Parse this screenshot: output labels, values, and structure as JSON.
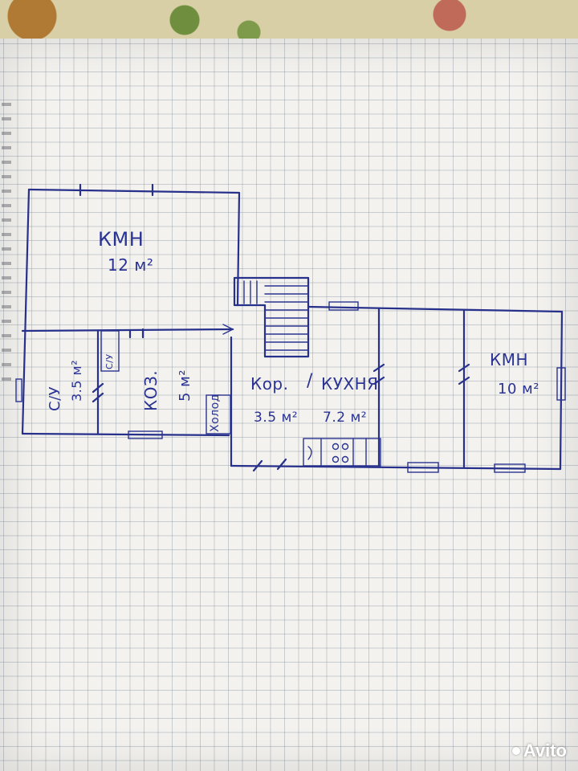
{
  "plan": {
    "rooms": {
      "living_left": {
        "name": "КМН",
        "area": "12 м²"
      },
      "bathroom": {
        "name": "С/У",
        "area": "3.5 м²"
      },
      "pantry": {
        "name": "КОЗ.",
        "area": "5 м²"
      },
      "corridor": {
        "name": "Кор.",
        "area": "3.5 м²"
      },
      "kitchen": {
        "name": "КУХНЯ",
        "area": "7.2 м²"
      },
      "living_right": {
        "name": "КМН",
        "area": "10 м²"
      }
    },
    "fixtures": {
      "fridge": "Холод",
      "shower": "С/У",
      "divider": "/"
    }
  },
  "watermark": {
    "text": "Avito"
  },
  "colors": {
    "ink": "#27308a",
    "grid": "#8f97a8",
    "paper": "#f3f2ee"
  }
}
